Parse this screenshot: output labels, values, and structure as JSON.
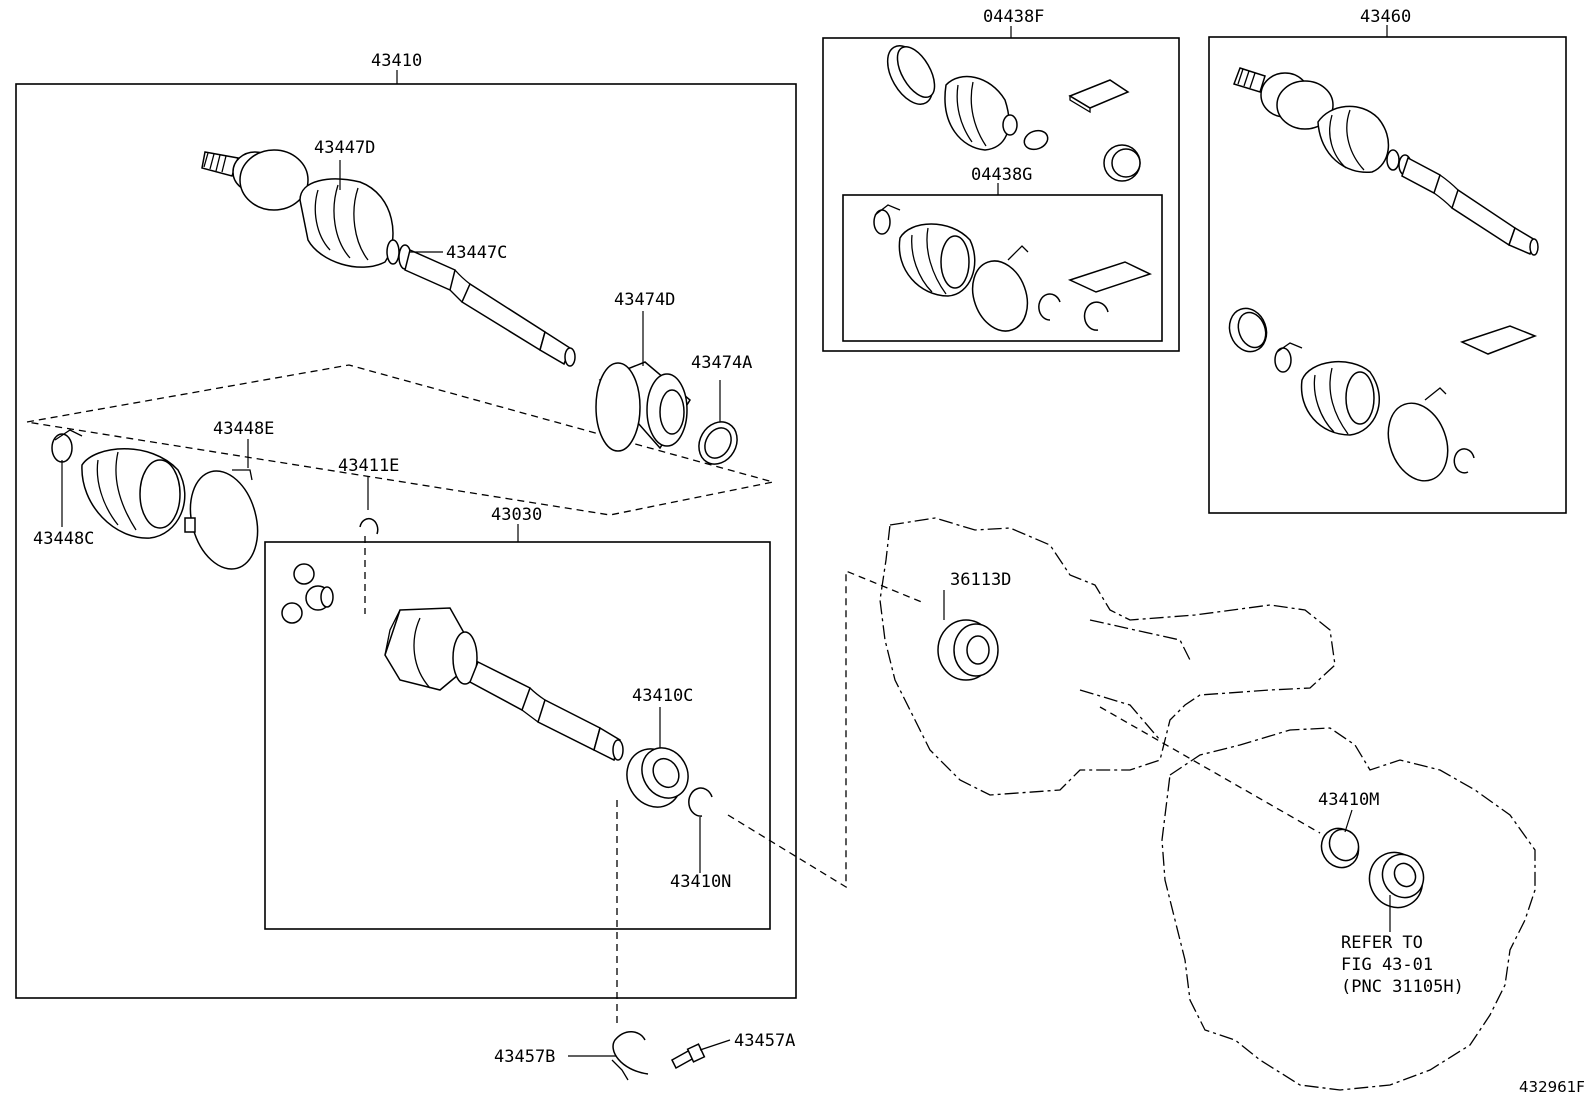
{
  "labels": {
    "p43410": "43410",
    "p43447D": "43447D",
    "p43447C": "43447C",
    "p43474D": "43474D",
    "p43474A": "43474A",
    "p43448E": "43448E",
    "p43448C": "43448C",
    "p43411E": "43411E",
    "p43030": "43030",
    "p43410C": "43410C",
    "p43410N": "43410N",
    "p43457B": "43457B",
    "p43457A": "43457A",
    "p04438F": "04438F",
    "p04438G": "04438G",
    "p43460": "43460",
    "p36113D": "36113D",
    "p43410M": "43410M"
  },
  "refer_note": {
    "line1": "REFER TO",
    "line2": "FIG 43-01",
    "line3": "(PNC 31105H)"
  },
  "figure_id": "432961F"
}
